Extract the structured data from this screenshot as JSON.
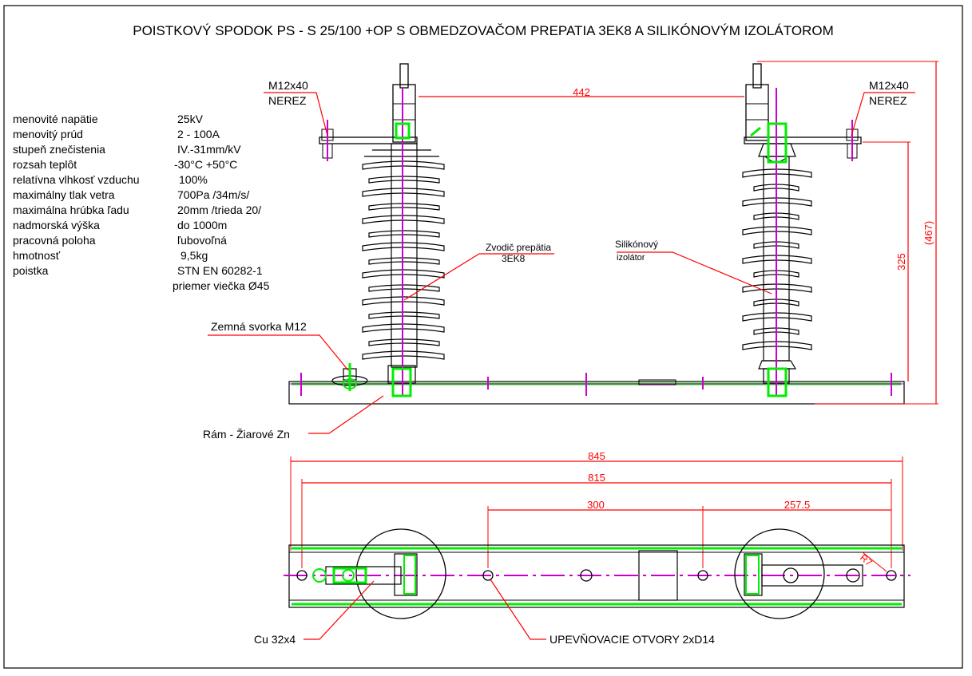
{
  "title": "POISTKOVÝ SPODOK  PS - S 25/100 +OP   S  OBMEDZOVAČOM PREPATIA 3EK8 A SILIKÓNOVÝM IZOLÁTOROM",
  "specs": [
    {
      "label": "menovité napätie",
      "value": "25kV"
    },
    {
      "label": "menovitý prúd",
      "value": "2 - 100A"
    },
    {
      "label": "stupeň znečistenia",
      "value": "IV.-31mm/kV"
    },
    {
      "label": "rozsah teplôt",
      "value": "-30°C   +50°C"
    },
    {
      "label": "relatívna vlhkosť vzduchu",
      "value": "100%"
    },
    {
      "label": "maximálny tlak vetra",
      "value": "700Pa /34m/s/"
    },
    {
      "label": "maximálna hrúbka ľadu",
      "value": "20mm /trieda 20/"
    },
    {
      "label": "nadmorská výška",
      "value": "do 1000m"
    },
    {
      "label": "pracovná poloha",
      "value": "ľubovoľná"
    },
    {
      "label": "hmotnosť",
      "value": "9,5kg"
    },
    {
      "label": "poistka",
      "value": "STN EN 60282-1"
    }
  ],
  "spec_extra": "priemer viečka Ø45",
  "labels": {
    "bolt_left_top": "M12x40",
    "bolt_left_bottom": "NEREZ",
    "bolt_right_top": "M12x40",
    "bolt_right_bottom": "NEREZ",
    "arrester_line1": "Zvodič prepätia",
    "arrester_line2": "3EK8",
    "insulator_line1": "Silikónový",
    "insulator_line2": "izolátor",
    "earth_terminal": "Zemná svorka M12",
    "frame": "Rám - Žiarové Zn",
    "copper": "Cu 32x4",
    "holes": "UPEVŇOVACIE OTVORY 2xD14",
    "radius": "R7"
  },
  "dimensions": {
    "d442": "442",
    "d325": "325",
    "d467": "(467)",
    "d845": "845",
    "d815": "815",
    "d300": "300",
    "d2575": "257.5"
  },
  "colors": {
    "outline": "#000000",
    "dimension": "#ff0000",
    "centerline": "#cc00cc",
    "copper": "#00ee00"
  }
}
